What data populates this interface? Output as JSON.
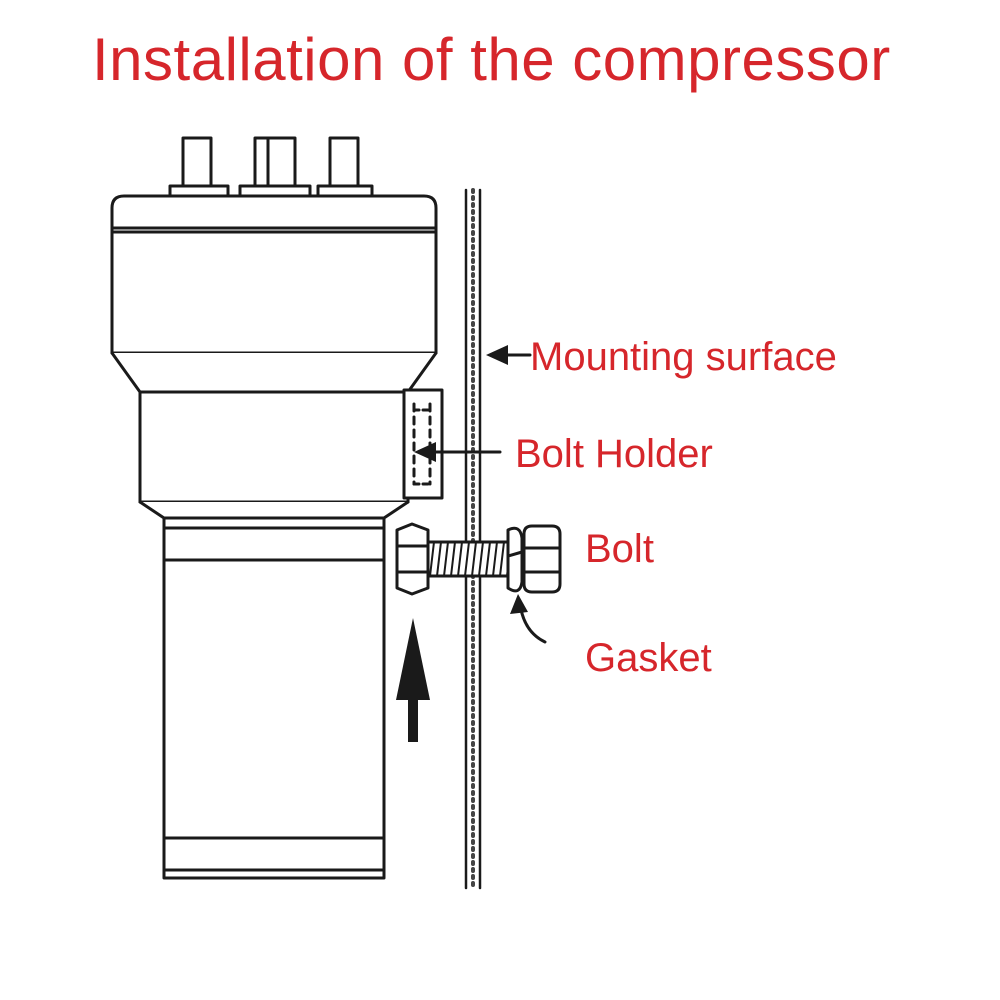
{
  "title": "Installation of the compressor",
  "labels": {
    "mounting_surface": "Mounting surface",
    "bolt_holder": "Bolt Holder",
    "bolt": "Bolt",
    "gasket": "Gasket"
  },
  "colors": {
    "label_text": "#d6262b",
    "line_art": "#1a1a1a",
    "background": "#ffffff"
  }
}
